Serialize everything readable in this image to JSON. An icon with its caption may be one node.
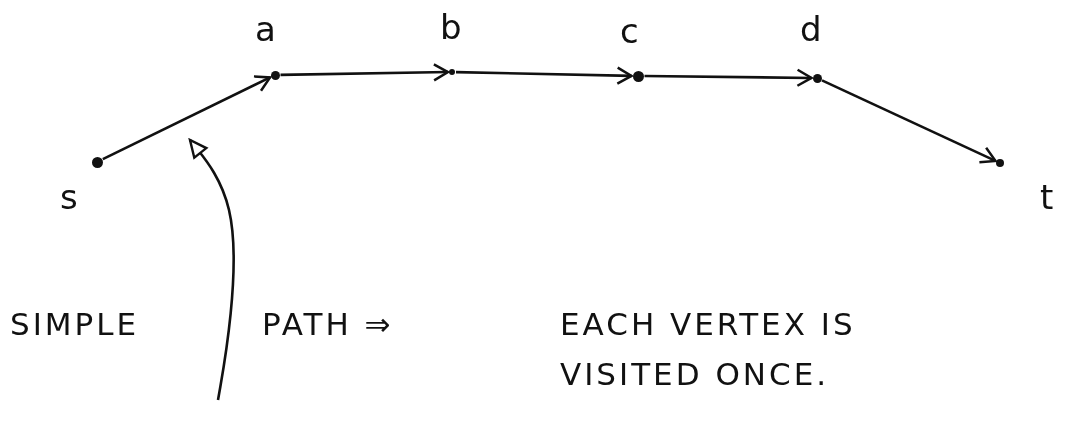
{
  "diagram": {
    "nodes": [
      {
        "text": [],
        "shape": "circle",
        "beside": [
          "s"
        ]
      },
      {
        "text": [],
        "shape": "circle",
        "beside": [
          "a"
        ]
      },
      {
        "text": [],
        "shape": "circle",
        "beside": [
          "b"
        ]
      },
      {
        "text": [],
        "shape": "circle",
        "beside": [
          "c"
        ]
      },
      {
        "text": [],
        "shape": "circle",
        "beside": [
          "d"
        ]
      },
      {
        "text": [],
        "shape": "circle",
        "beside": [
          "t"
        ]
      },
      {
        "text": [
          "SIMPLE",
          "PATH ⇒",
          "EACH VERTEX IS VISITED ONCE."
        ]
      }
    ],
    "edges": [
      {
        "from": 0,
        "to": 1,
        "arrow": "to"
      },
      {
        "from": 1,
        "to": 2,
        "arrow": "to"
      },
      {
        "from": 2,
        "to": 3,
        "arrow": "to"
      },
      {
        "from": 3,
        "to": 4,
        "arrow": "to"
      },
      {
        "from": 4,
        "to": 5,
        "arrow": "to"
      },
      {
        "from": 6,
        "to": null,
        "arrow": "to"
      }
    ]
  }
}
